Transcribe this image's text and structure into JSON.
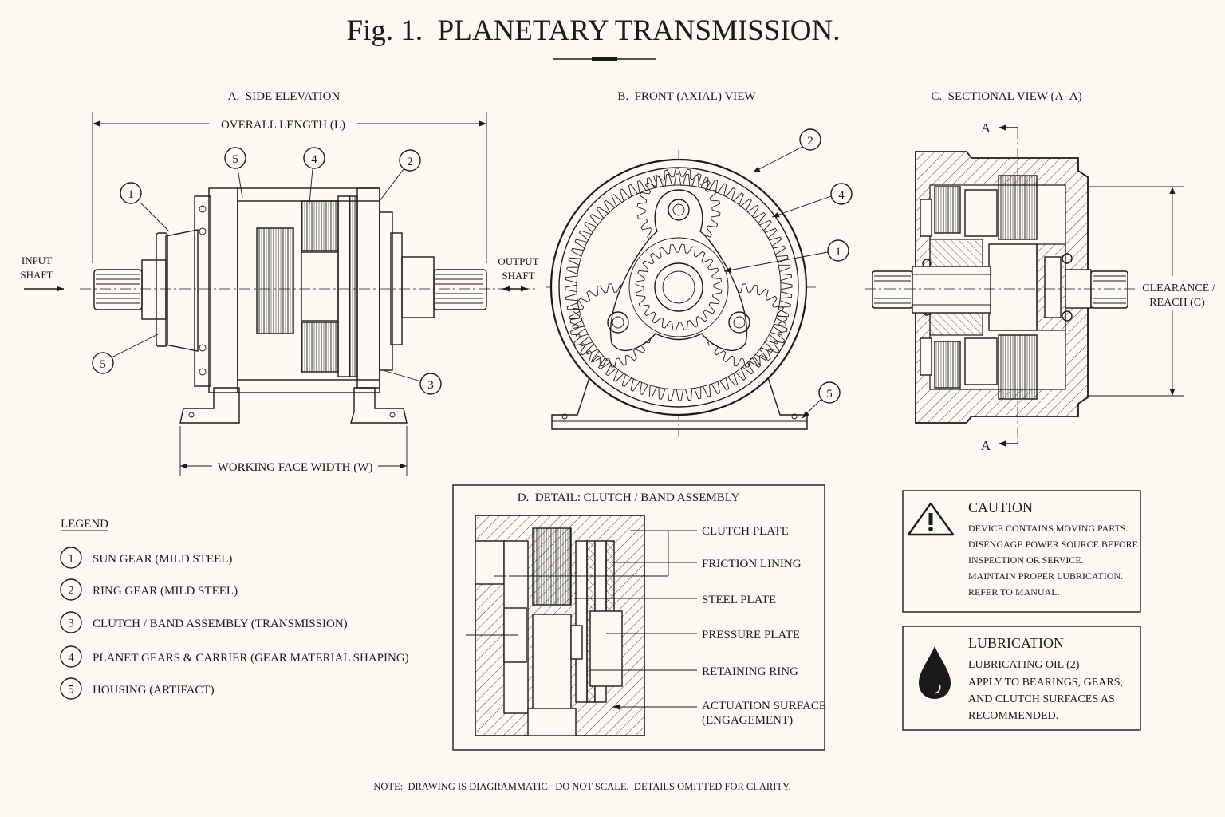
{
  "title": "Fig. 1.  PLANETARY TRANSMISSION.",
  "views": {
    "side": "A.  SIDE ELEVATION",
    "front": "B.  FRONT (AXIAL) VIEW",
    "section": "C.  SECTIONAL VIEW (A–A)",
    "detail": "D.  DETAIL: CLUTCH / BAND ASSEMBLY"
  },
  "dimensions": {
    "overall_length": "OVERALL LENGTH (L)",
    "working_face": "WORKING FACE WIDTH (W)",
    "clearance_line1": "CLEARANCE /",
    "clearance_line2": "REACH (C)"
  },
  "shaft_labels": {
    "input_line1": "INPUT",
    "input_line2": "SHAFT",
    "output_line1": "OUTPUT",
    "output_line2": "SHAFT"
  },
  "section_markers": {
    "top": "A",
    "bottom": "A"
  },
  "callouts": {
    "side": [
      "1",
      "5",
      "4",
      "2",
      "5",
      "3"
    ],
    "front": [
      "2",
      "4",
      "1",
      "5"
    ]
  },
  "detail_labels": [
    "CLUTCH PLATE",
    "FRICTION LINING",
    "STEEL PLATE",
    "PRESSURE PLATE",
    "RETAINING RING",
    "ACTUATION SURFACE",
    "(ENGAGEMENT)"
  ],
  "legend": {
    "heading": "LEGEND",
    "items": [
      {
        "num": "1",
        "text": "SUN GEAR (MILD STEEL)"
      },
      {
        "num": "2",
        "text": "RING GEAR (MILD STEEL)"
      },
      {
        "num": "3",
        "text": "CLUTCH / BAND ASSEMBLY (TRANSMISSION)"
      },
      {
        "num": "4",
        "text": "PLANET GEARS & CARRIER (GEAR MATERIAL SHAPING)"
      },
      {
        "num": "5",
        "text": "HOUSING (ARTIFACT)"
      }
    ]
  },
  "caution": {
    "title": "CAUTION",
    "lines": [
      "DEVICE CONTAINS MOVING PARTS.",
      "DISENGAGE POWER SOURCE BEFORE",
      "INSPECTION OR SERVICE.",
      "MAINTAIN PROPER LUBRICATION.",
      "REFER TO MANUAL."
    ]
  },
  "lubrication": {
    "title": "LUBRICATION",
    "lines": [
      "LUBRICATING OIL (2)",
      "APPLY TO BEARINGS, GEARS,",
      "AND CLUTCH SURFACES AS",
      "RECOMMENDED."
    ]
  },
  "note": "NOTE:  DRAWING IS DIAGRAMMATIC.  DO NOT SCALE.  DETAILS OMITTED FOR CLARITY."
}
